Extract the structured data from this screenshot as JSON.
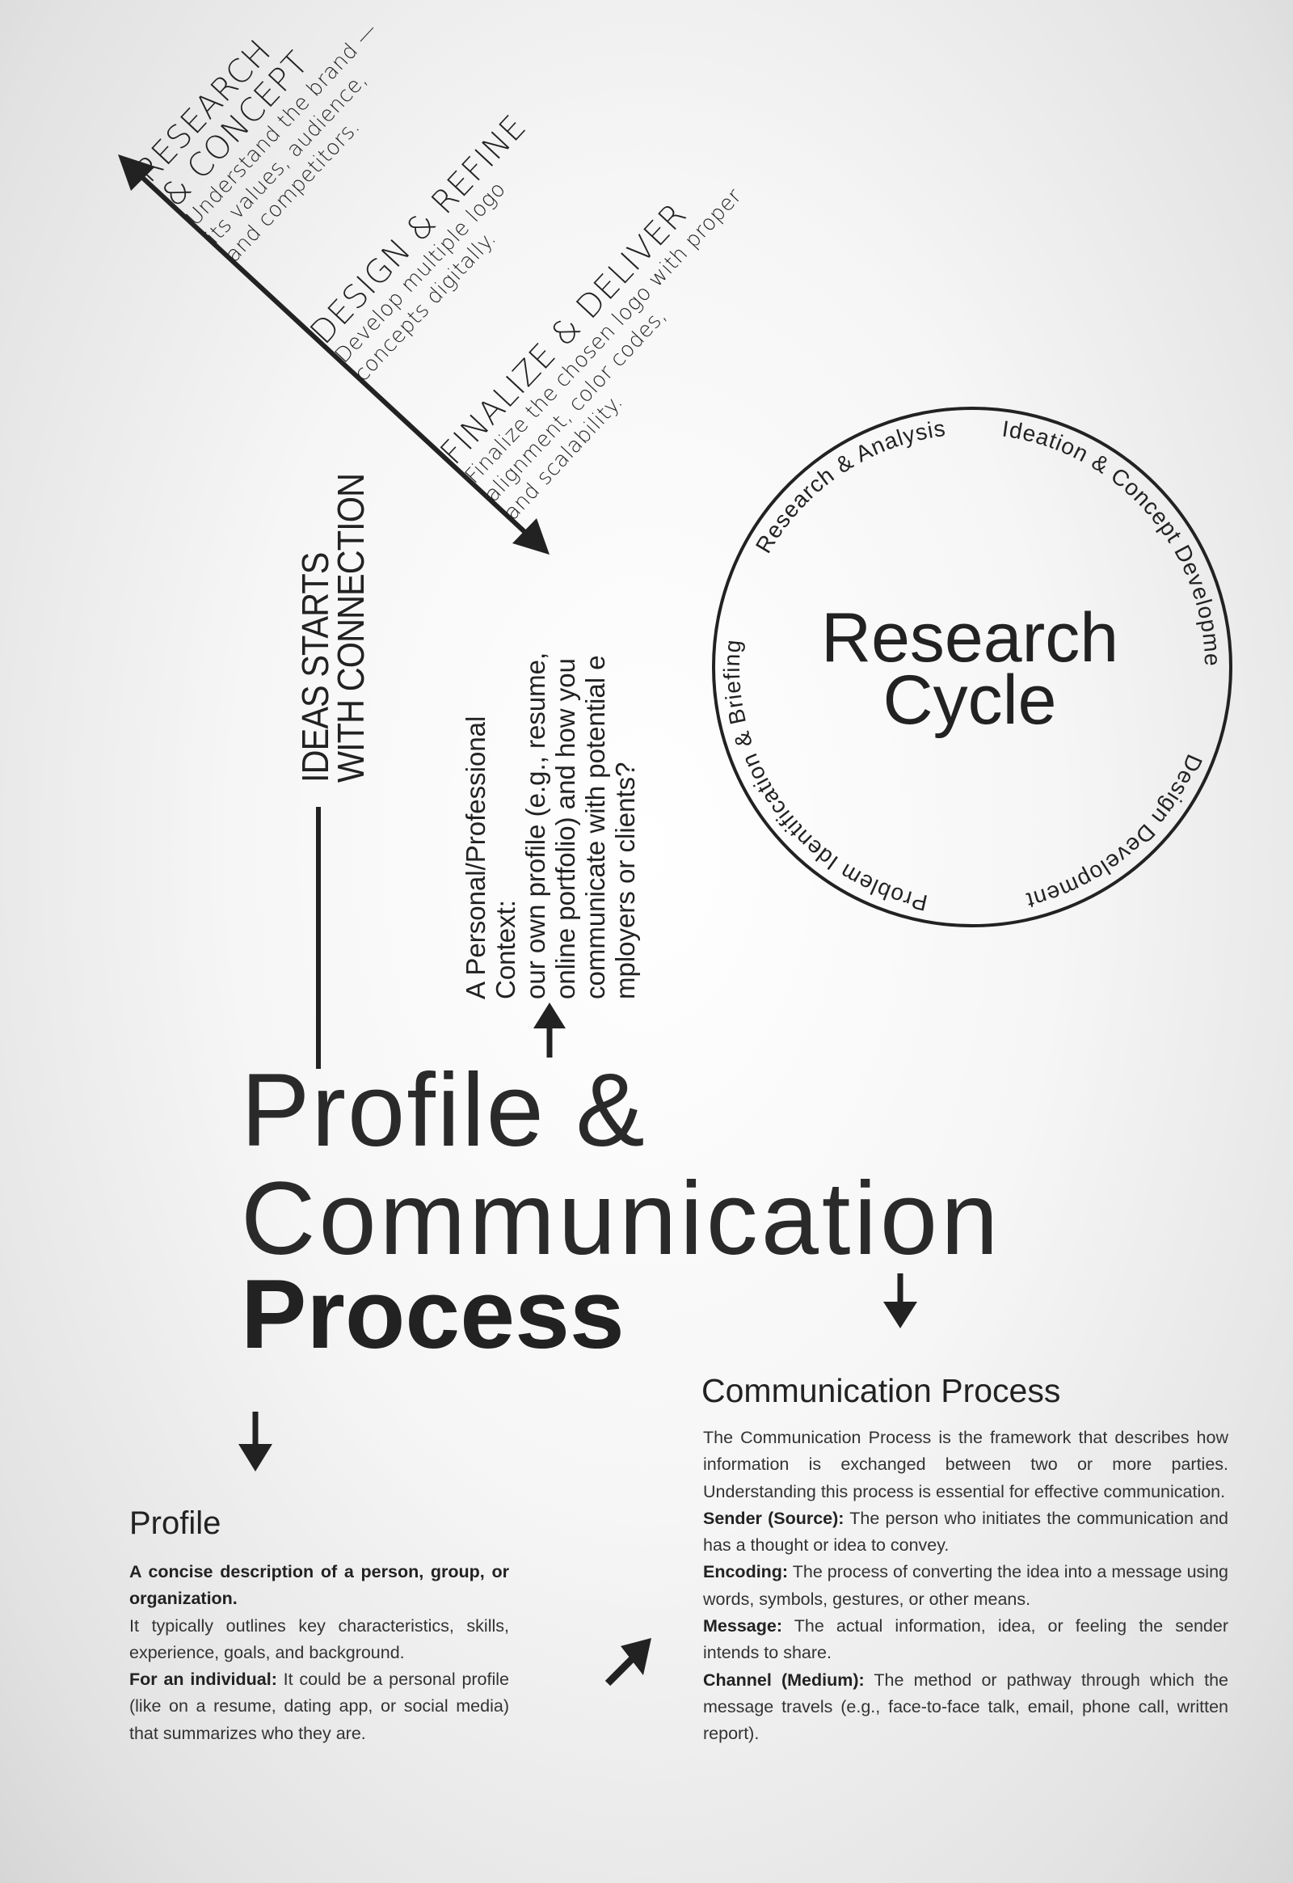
{
  "steps": [
    {
      "title_lines": [
        "RESEARCH",
        "& CONCEPT"
      ],
      "body_lines": [
        "Understand the brand —",
        "its values, audience,",
        "and competitors."
      ]
    },
    {
      "title_lines": [
        "DESIGN & REFINE"
      ],
      "body_lines": [
        "Develop multiple logo",
        "concepts digitally."
      ]
    },
    {
      "title_lines": [
        "FINALIZE & DELIVER"
      ],
      "body_lines": [
        "Finalize the chosen logo with proper",
        "alignment, color codes,",
        "and scalability."
      ]
    }
  ],
  "ideas": {
    "lines": [
      "IDEAS STARTS",
      "WITH CONNECTION"
    ]
  },
  "context": {
    "lines": [
      "A Personal/Professional",
      "Context:",
      "our own profile (e.g., resume,",
      "online portfolio) and how you",
      "communicate with potential e",
      "mployers or clients?"
    ]
  },
  "cycle": {
    "title_lines": [
      "Research",
      "Cycle"
    ],
    "stages": [
      "Research & Analysis",
      "Ideation & Concept Development",
      "Design Development",
      "Problem Identification & Briefing"
    ]
  },
  "main_title": {
    "line1": "Profile &",
    "line2": "Communication",
    "line3": "Process"
  },
  "profile": {
    "heading": "Profile",
    "lead": "A concise description of a person, group, or organization.",
    "text1": "It typically outlines key characteristics, skills, experience, goals, and background.",
    "individual_label": "For an individual:",
    "individual_text": " It could be a personal profile (like on a resume, dating app, or social media) that summarizes who they are."
  },
  "communication": {
    "heading": "Communication Process",
    "intro": "The Communication Process is the framework that describes how information is exchanged between two or more parties. Understanding this process is essential for effective communication.",
    "items": [
      {
        "label": "Sender (Source):",
        "text": " The person who initiates the communication and has a thought or idea to convey."
      },
      {
        "label": "Encoding:",
        "text": " The process of converting the idea into a message using words, symbols, gestures, or other means."
      },
      {
        "label": "Message:",
        "text": " The actual information, idea, or feeling the sender intends to share."
      },
      {
        "label": "Channel (Medium):",
        "text": " The method or pathway through which the message travels (e.g., face-to-face talk, email, phone call, written report)."
      }
    ]
  },
  "colors": {
    "ink": "#222222",
    "background": "#f4f4f4"
  }
}
